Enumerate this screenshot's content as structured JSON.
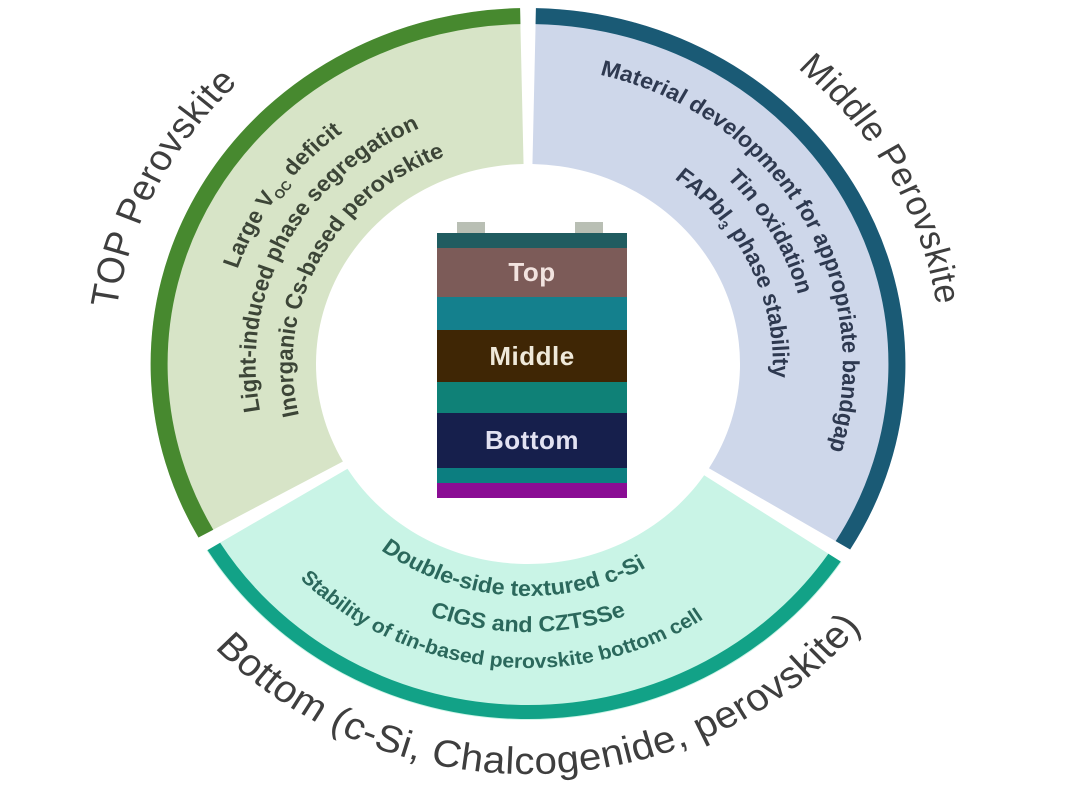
{
  "colors": {
    "background": "#ffffff",
    "outer_label_text": "#3e3e3e"
  },
  "segments": {
    "top_perovskite": {
      "label": "TOP Perovskite",
      "rim_color": "#47892f",
      "fill_color": "#d7e4c7",
      "text_color": "#3c4537",
      "items": {
        "voc_prefix": "Large V",
        "voc_sub": "OC",
        "voc_suffix": " deficit",
        "item2": "Light-induced phase segregation",
        "item3": "Inorganic Cs-based perovskite"
      }
    },
    "middle_perovskite": {
      "label": "Middle Perovskite",
      "rim_color": "#1a5a75",
      "fill_color": "#ced7ea",
      "text_color": "#2e3950",
      "items": {
        "item1": "Material development for appropriate bandgap",
        "item2": "Tin oxidation",
        "fapbi_prefix": "FAPbI",
        "fapbi_sub": "3",
        "fapbi_suffix": " phase stability"
      }
    },
    "bottom": {
      "label": "Bottom (c-Si, Chalcogenide, perovskite)",
      "rim_color": "#12a287",
      "fill_color": "#c9f4e6",
      "text_color": "#2b685c",
      "items": {
        "item1": "Double-side textured c-Si",
        "item2": "CIGS and CZTSSe",
        "item3": "Stability of tin-based perovskite bottom cell"
      }
    }
  },
  "stack": {
    "tab_color": "#b9bfb4",
    "label_colors": {
      "top": "#f2e3df",
      "middle": "#efe9da",
      "bottom": "#e2e2f2"
    },
    "layers": [
      {
        "color": "#205c60"
      },
      {
        "color": "#7c5b58",
        "label": "Top"
      },
      {
        "color": "#14808d"
      },
      {
        "color": "#3f2605",
        "label": "Middle"
      },
      {
        "color": "#0f8177"
      },
      {
        "color": "#161f4c",
        "label": "Bottom"
      },
      {
        "color": "#0c7e80"
      },
      {
        "color": "#8a0d94"
      }
    ]
  }
}
